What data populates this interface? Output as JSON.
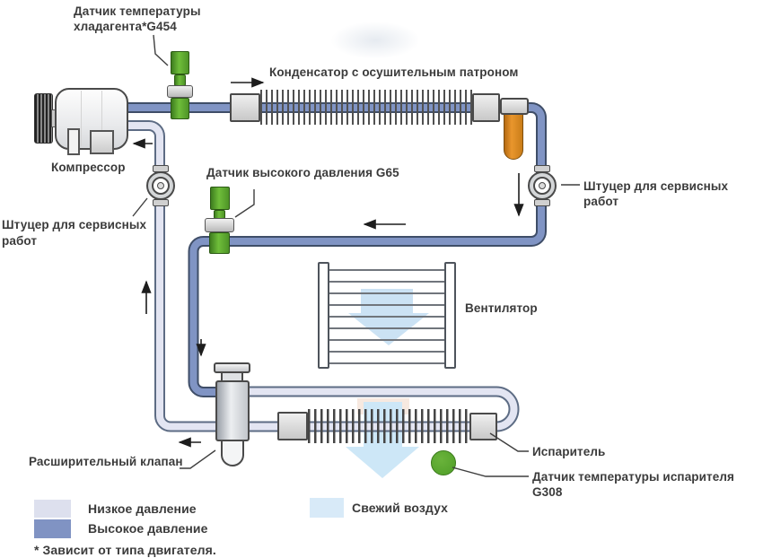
{
  "diagram": {
    "type": "automotive-ac-refrigerant-circuit",
    "labels": {
      "sensor_g454": "Датчик температуры\nхладагента*G454",
      "condenser": "Конденсатор с осушительным патроном",
      "compressor": "Компрессор",
      "sensor_g65": "Датчик высокого давления G65",
      "service_port_left": "Штуцер для сервисных\nработ",
      "service_port_right": "Штуцер для сервисных работ",
      "fan": "Вентилятор",
      "evaporator": "Испаритель",
      "sensor_g308": "Датчик температуры испарителя G308",
      "expansion_valve": "Расширительный клапан"
    },
    "legend": {
      "low_pressure": {
        "label": "Низкое давление",
        "color": "#dde0ee"
      },
      "high_pressure": {
        "label": "Высокое давление",
        "color": "#8093c3"
      },
      "fresh_air": {
        "label": "Свежий воздух",
        "color": "#d8eaf8"
      },
      "footnote": "* Зависит от типа двигателя."
    },
    "colors": {
      "pipe_high_pressure_fill": "#8094c4",
      "pipe_high_pressure_edge": "#3f4e68",
      "pipe_low_pressure_fill": "#e3e5f2",
      "pipe_low_pressure_edge": "#5d6c84",
      "sensor_green": "#5fae32",
      "drier_orange": "#d9851f",
      "air_arrow_blue": "#cde7f7"
    }
  }
}
